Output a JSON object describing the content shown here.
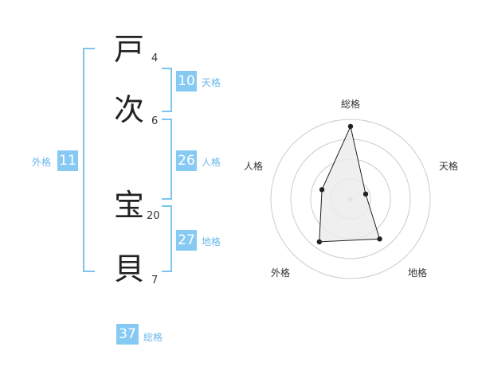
{
  "name_chars": [
    {
      "char": "戸",
      "strokes": "4"
    },
    {
      "char": "次",
      "strokes": "6"
    },
    {
      "char": "宝",
      "strokes": "20"
    },
    {
      "char": "貝",
      "strokes": "7"
    }
  ],
  "scores": {
    "tenkaku": {
      "value": "10",
      "label": "天格"
    },
    "jinkaku": {
      "value": "26",
      "label": "人格"
    },
    "chikaku": {
      "value": "27",
      "label": "地格"
    },
    "gaikaku": {
      "value": "11",
      "label": "外格"
    },
    "soukaku": {
      "value": "37",
      "label": "総格"
    }
  },
  "chart_data": {
    "type": "radar",
    "axes": [
      "総格",
      "天格",
      "地格",
      "外格",
      "人格"
    ],
    "series": [
      {
        "values": [
          4.1,
          0.9,
          2.8,
          3.0,
          1.7
        ]
      }
    ],
    "rmax": 4.5,
    "rings": 4,
    "grid": true,
    "colors": {
      "fill": "#ebebeb",
      "line": "#222222",
      "ring": "#cccccc"
    }
  }
}
